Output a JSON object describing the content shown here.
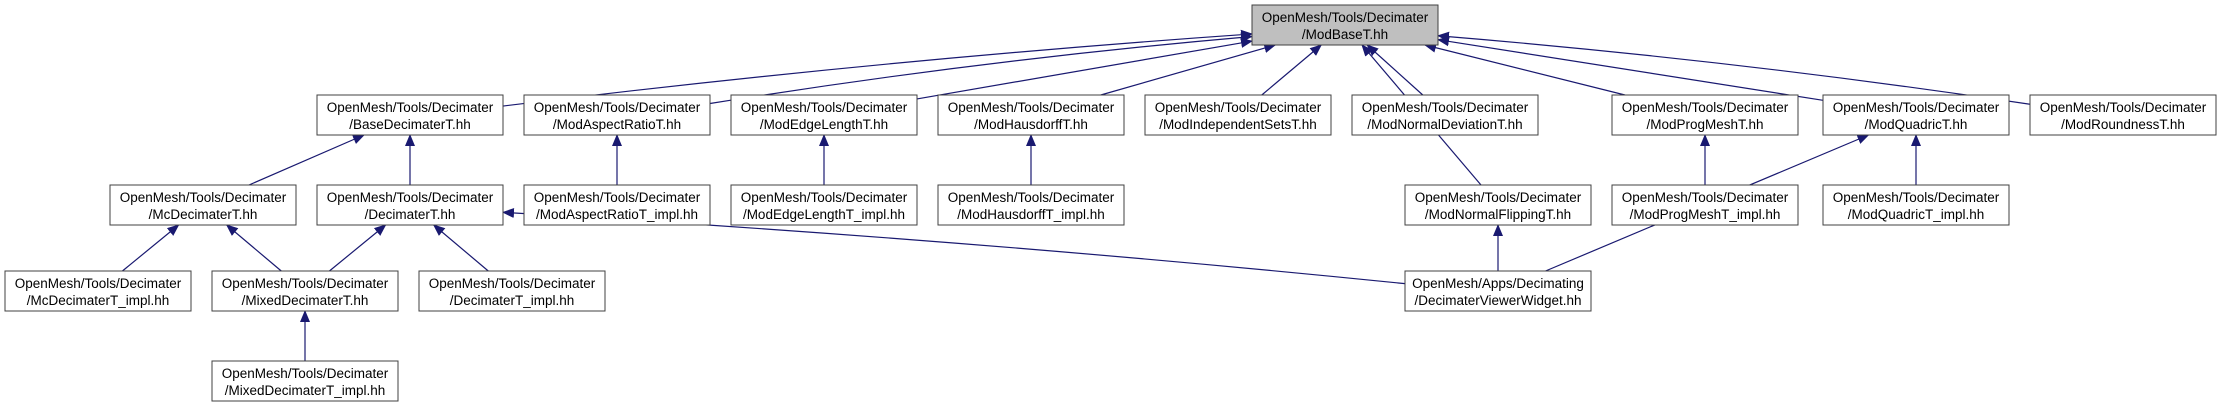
{
  "colors": {
    "edge": "#191970",
    "node_border": "#404040",
    "root_fill": "#bfbfbf",
    "node_fill": "#ffffff",
    "text": "#000000"
  },
  "nodes": {
    "modbase": {
      "lines": [
        "OpenMesh/Tools/Decimater",
        "/ModBaseT.hh"
      ],
      "highlight": true
    },
    "basedec": {
      "lines": [
        "OpenMesh/Tools/Decimater",
        "/BaseDecimaterT.hh"
      ]
    },
    "modaspect": {
      "lines": [
        "OpenMesh/Tools/Decimater",
        "/ModAspectRatioT.hh"
      ]
    },
    "modedge": {
      "lines": [
        "OpenMesh/Tools/Decimater",
        "/ModEdgeLengthT.hh"
      ]
    },
    "modhaus": {
      "lines": [
        "OpenMesh/Tools/Decimater",
        "/ModHausdorffT.hh"
      ]
    },
    "modindep": {
      "lines": [
        "OpenMesh/Tools/Decimater",
        "/ModIndependentSetsT.hh"
      ]
    },
    "modnormdev": {
      "lines": [
        "OpenMesh/Tools/Decimater",
        "/ModNormalDeviationT.hh"
      ]
    },
    "modprog": {
      "lines": [
        "OpenMesh/Tools/Decimater",
        "/ModProgMeshT.hh"
      ]
    },
    "modquad": {
      "lines": [
        "OpenMesh/Tools/Decimater",
        "/ModQuadricT.hh"
      ]
    },
    "modround": {
      "lines": [
        "OpenMesh/Tools/Decimater",
        "/ModRoundnessT.hh"
      ]
    },
    "mcdec": {
      "lines": [
        "OpenMesh/Tools/Decimater",
        "/McDecimaterT.hh"
      ]
    },
    "dect": {
      "lines": [
        "OpenMesh/Tools/Decimater",
        "/DecimaterT.hh"
      ]
    },
    "modaspect_impl": {
      "lines": [
        "OpenMesh/Tools/Decimater",
        "/ModAspectRatioT_impl.hh"
      ]
    },
    "modedge_impl": {
      "lines": [
        "OpenMesh/Tools/Decimater",
        "/ModEdgeLengthT_impl.hh"
      ]
    },
    "modhaus_impl": {
      "lines": [
        "OpenMesh/Tools/Decimater",
        "/ModHausdorffT_impl.hh"
      ]
    },
    "modnormflip": {
      "lines": [
        "OpenMesh/Tools/Decimater",
        "/ModNormalFlippingT.hh"
      ]
    },
    "modprog_impl": {
      "lines": [
        "OpenMesh/Tools/Decimater",
        "/ModProgMeshT_impl.hh"
      ]
    },
    "modquad_impl": {
      "lines": [
        "OpenMesh/Tools/Decimater",
        "/ModQuadricT_impl.hh"
      ]
    },
    "mcdec_impl": {
      "lines": [
        "OpenMesh/Tools/Decimater",
        "/McDecimaterT_impl.hh"
      ]
    },
    "mixed": {
      "lines": [
        "OpenMesh/Tools/Decimater",
        "/MixedDecimaterT.hh"
      ]
    },
    "dect_impl": {
      "lines": [
        "OpenMesh/Tools/Decimater",
        "/DecimaterT_impl.hh"
      ]
    },
    "viewer": {
      "lines": [
        "OpenMesh/Apps/Decimating",
        "/DecimaterViewerWidget.hh"
      ]
    },
    "mixed_impl": {
      "lines": [
        "OpenMesh/Tools/Decimater",
        "/MixedDecimaterT_impl.hh"
      ]
    }
  },
  "edges": [
    [
      "basedec",
      "modbase"
    ],
    [
      "modaspect",
      "modbase"
    ],
    [
      "modedge",
      "modbase"
    ],
    [
      "modhaus",
      "modbase"
    ],
    [
      "modindep",
      "modbase"
    ],
    [
      "modnormdev",
      "modbase"
    ],
    [
      "modprog",
      "modbase"
    ],
    [
      "modquad",
      "modbase"
    ],
    [
      "modround",
      "modbase"
    ],
    [
      "modnormflip",
      "modbase"
    ],
    [
      "mcdec",
      "basedec"
    ],
    [
      "dect",
      "basedec"
    ],
    [
      "modaspect_impl",
      "modaspect"
    ],
    [
      "modedge_impl",
      "modedge"
    ],
    [
      "modhaus_impl",
      "modhaus"
    ],
    [
      "modprog_impl",
      "modprog"
    ],
    [
      "modquad_impl",
      "modquad"
    ],
    [
      "mcdec_impl",
      "mcdec"
    ],
    [
      "mixed",
      "mcdec"
    ],
    [
      "mixed",
      "dect"
    ],
    [
      "dect_impl",
      "dect"
    ],
    [
      "viewer",
      "dect"
    ],
    [
      "viewer",
      "modnormflip"
    ],
    [
      "viewer",
      "modquad"
    ],
    [
      "mixed_impl",
      "mixed"
    ]
  ]
}
